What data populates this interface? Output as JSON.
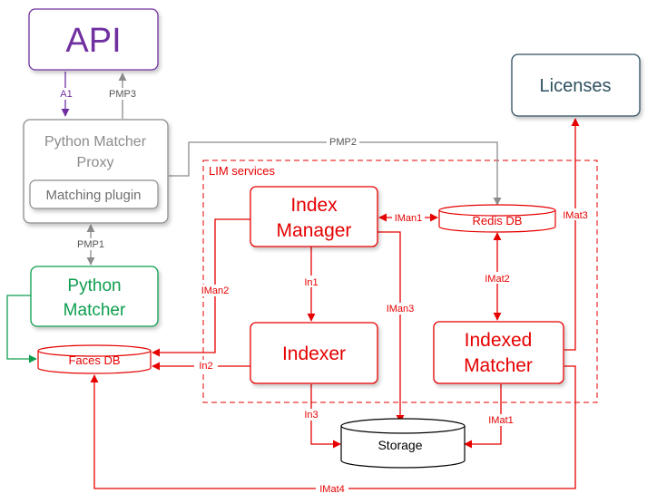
{
  "colors": {
    "api": "#7030a0",
    "python_matcher": "#0e9e4e",
    "lim": "#e60000",
    "proxy": "#8c8c8c",
    "licenses": "#2e5060",
    "black": "#000000"
  },
  "nodes": {
    "api": "API",
    "proxy_line1": "Python Matcher",
    "proxy_line2": "Proxy",
    "matching_plugin": "Matching plugin",
    "python_matcher_line1": "Python",
    "python_matcher_line2": "Matcher",
    "licenses": "Licenses",
    "lim_services": "LIM services",
    "index_manager_line1": "Index",
    "index_manager_line2": "Manager",
    "indexer": "Indexer",
    "indexed_matcher_line1": "Indexed",
    "indexed_matcher_line2": "Matcher",
    "redis_db": "Redis DB",
    "faces_db": "Faces DB",
    "storage": "Storage"
  },
  "edges": {
    "a1": "A1",
    "pmp3": "PMP3",
    "pmp2": "PMP2",
    "pmp1": "PMP1",
    "iman1": "IMan1",
    "iman2": "IMan2",
    "iman3": "IMan3",
    "in1": "In1",
    "in2": "In2",
    "in3": "In3",
    "imat1": "IMat1",
    "imat2": "IMat2",
    "imat3": "IMat3",
    "imat4": "IMat4"
  }
}
